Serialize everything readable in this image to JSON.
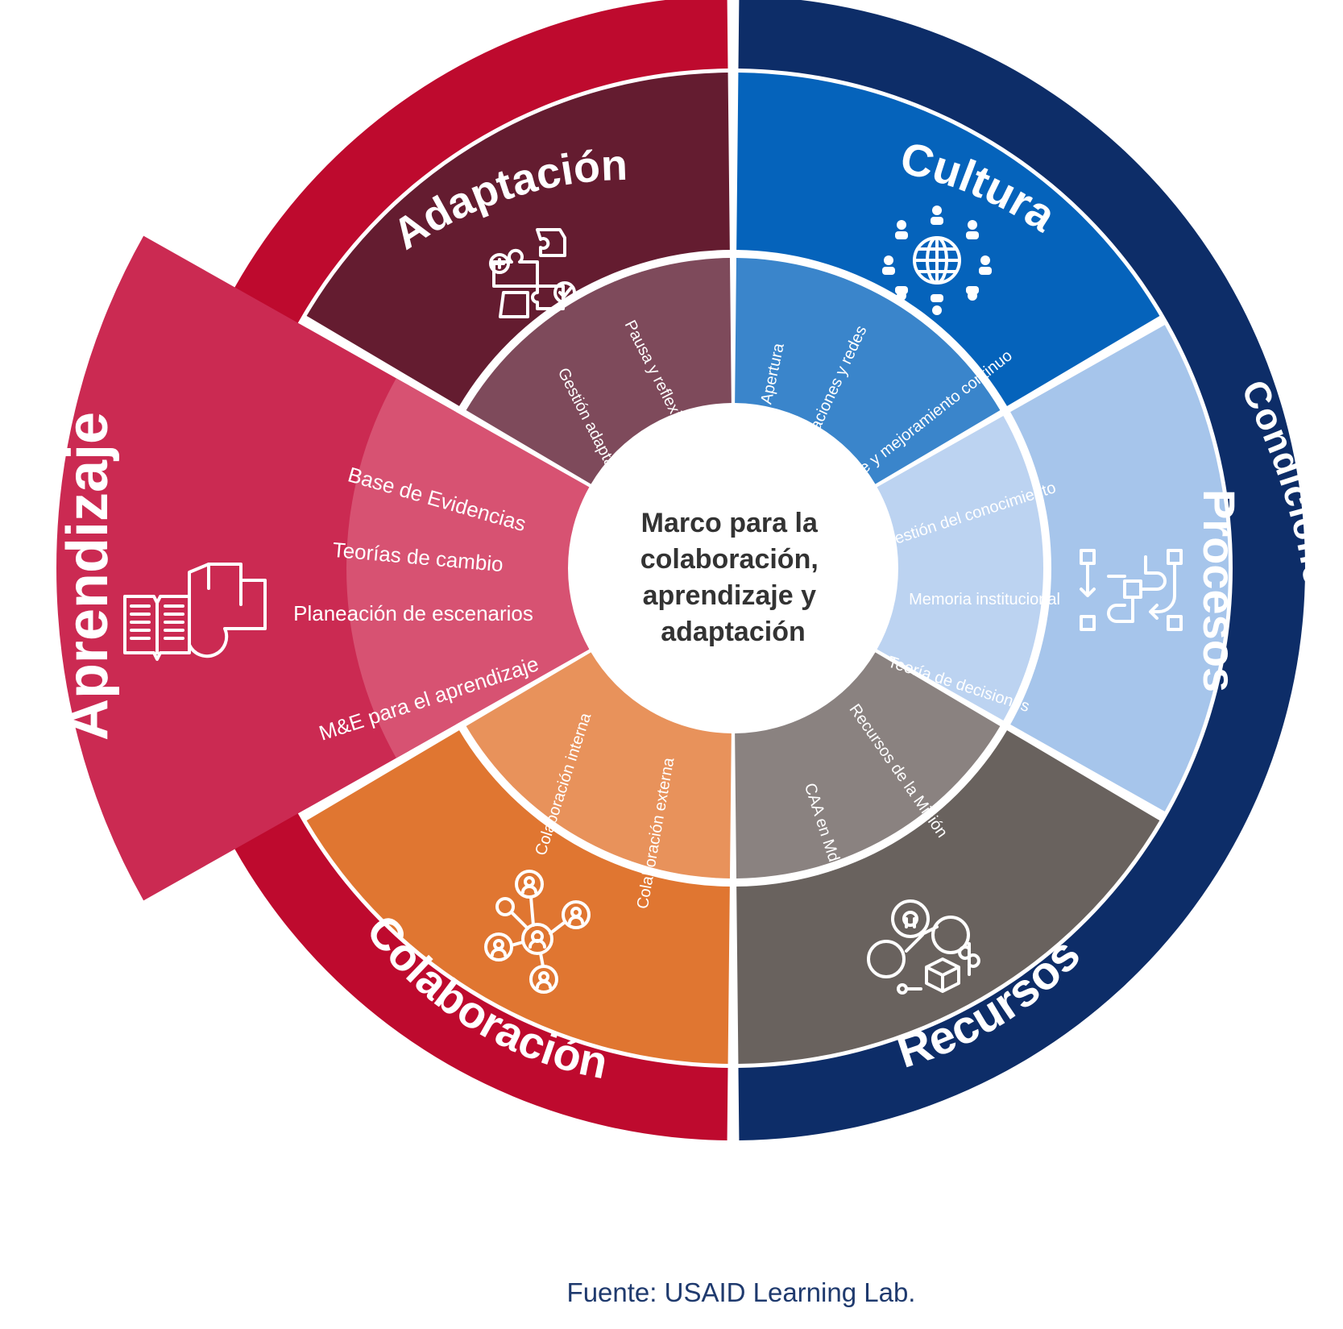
{
  "center": {
    "lines": [
      "Marco para la",
      "colaboración,",
      "aprendizaje y",
      "adaptación"
    ]
  },
  "outer_ring": {
    "label": "Condiciones Habilitadoras",
    "colors": {
      "left": "#be0a2e",
      "right": "#0d2d68"
    }
  },
  "segments": [
    {
      "id": "adaptacion",
      "title": "Adaptación",
      "color": "#641c30",
      "inner_color": "#7e4a5b",
      "icon": "adaptation-puzzle-icon",
      "items": [
        "Pausa y reflexión",
        "Gestión adaptativa"
      ]
    },
    {
      "id": "cultura",
      "title": "Cultura",
      "color": "#0563bb",
      "inner_color": "#3a85cb",
      "icon": "globe-people-icon",
      "items": [
        "Apertura",
        "Relaciones y redes",
        "Aprendizaje y mejoramiento continuo"
      ]
    },
    {
      "id": "procesos",
      "title": "Procesos",
      "color": "#a6c5eb",
      "inner_color": "#bcd3f1",
      "icon": "process-flow-icon",
      "items": [
        "Gestión del conocimiento",
        "Memoria institucional",
        "Teoría de decisiones"
      ]
    },
    {
      "id": "recursos",
      "title": "Recursos",
      "color": "#69625e",
      "inner_color": "#8a8280",
      "icon": "resources-icon",
      "items": [
        "Recursos de la Misión",
        "CAA en MdI"
      ]
    },
    {
      "id": "colaboracion",
      "title": "Colaboración",
      "color": "#e07631",
      "inner_color": "#e8925b",
      "icon": "network-people-icon",
      "items": [
        "Colaboración interna",
        "Colaboración externa"
      ]
    },
    {
      "id": "aprendizaje",
      "title": "Aprendizaje",
      "color": "#cb2a52",
      "inner_color": "#d75272",
      "icon": "hand-book-icon",
      "items": [
        "Base de Evidencias",
        "Teorías de cambio",
        "Planeación de escenarios",
        "M&E para el aprendizaje"
      ]
    }
  ],
  "source_note": "Fuente: USAID Learning Lab."
}
